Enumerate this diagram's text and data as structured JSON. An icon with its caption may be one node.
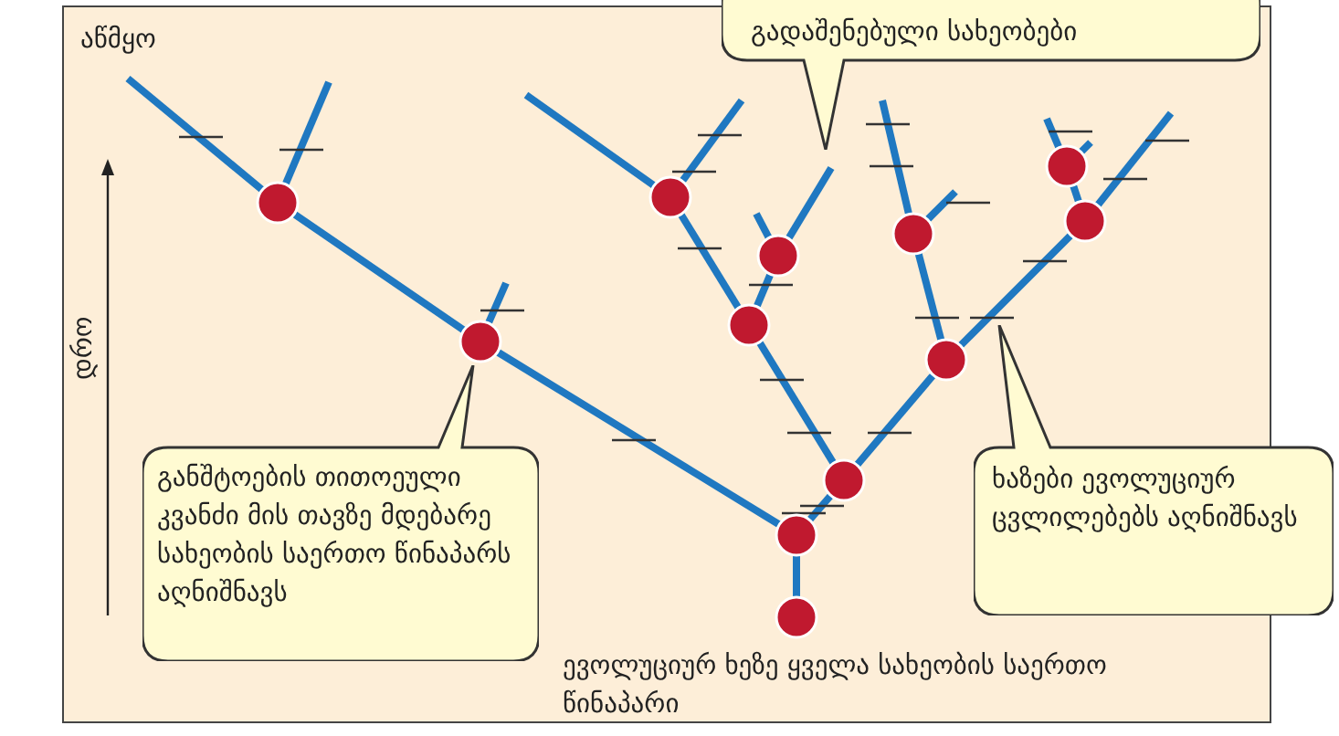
{
  "diagram": {
    "nodes": [
      {
        "text": [
          "გადაშენებული სახეობები"
        ]
      },
      {
        "text": [
          "განშტოების თითოეული კვანძი მის თავზე მდებარე სახეობის საერთო წინაპარს აღნიშნავს"
        ]
      },
      {
        "text": [
          "ხაზები ევოლუციურ ცვლილებებს აღნიშნავს"
        ]
      }
    ],
    "labels": [
      "აწმყო",
      "დრო",
      "ევოლუციურ ხეზე ყველა სახეობის საერთო წინაპარი"
    ]
  }
}
